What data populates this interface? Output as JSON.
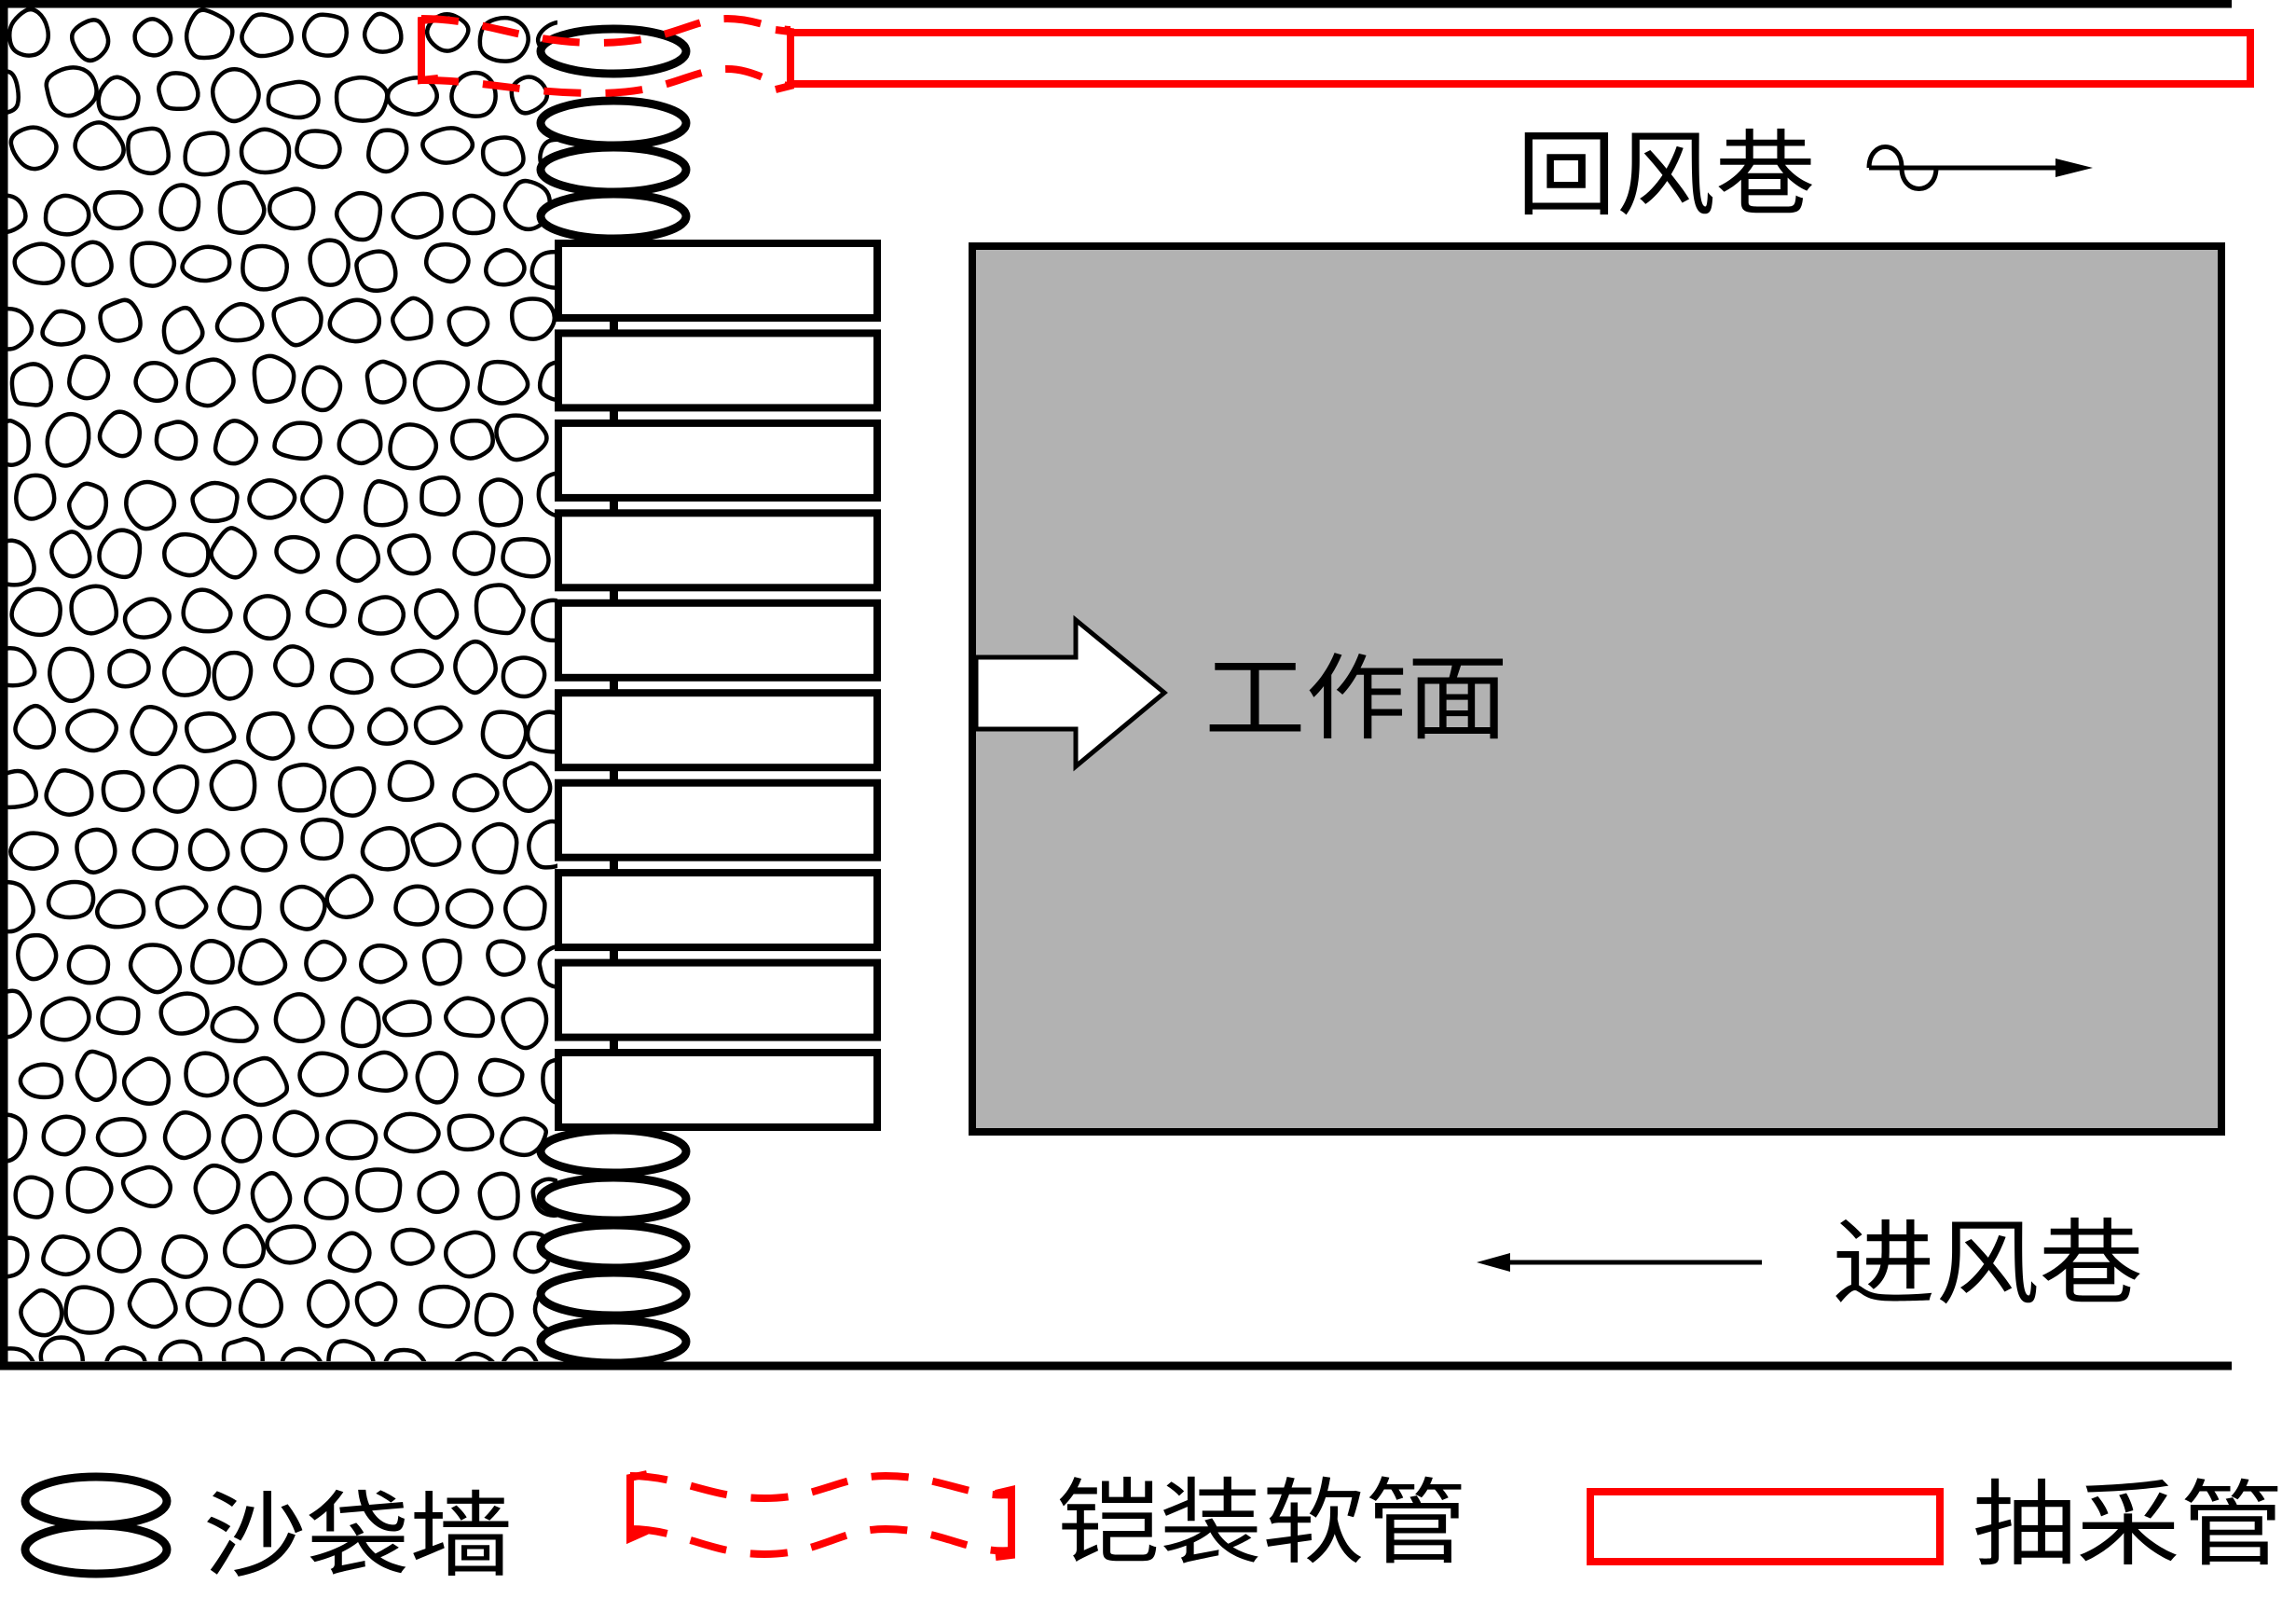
{
  "diagram": {
    "return_airway_label": "回风巷",
    "intake_airway_label": "进风巷",
    "working_face_label": "工作面",
    "support_count": 10,
    "sandbags_top_count": 4,
    "sandbags_bottom_count": 5,
    "return_airflow_direction": "right",
    "intake_airflow_direction": "left",
    "advance_direction": "right"
  },
  "legend": {
    "items": [
      {
        "symbol": "sandbag-wall",
        "label": "沙袋墙"
      },
      {
        "symbol": "armored-hose",
        "label": "铠装软管"
      },
      {
        "symbol": "extraction-pipe",
        "label": "抽采管"
      }
    ]
  },
  "colors": {
    "pipe": "#FF0000",
    "hose": "#FF0000",
    "working_face": "#B2B2B2",
    "line": "#000000",
    "background": "#FFFFFF"
  }
}
